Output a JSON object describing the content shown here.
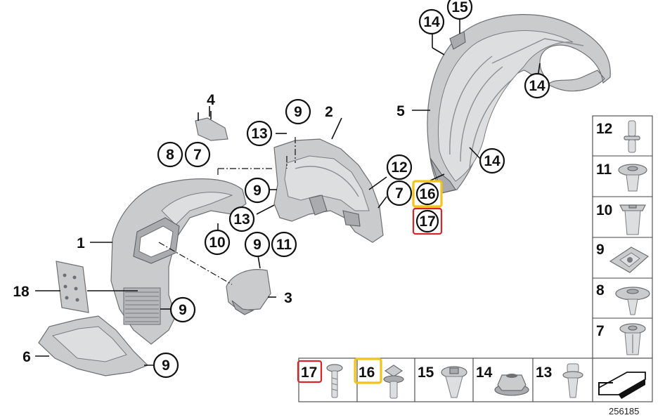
{
  "diagram": {
    "reference_number": "256185",
    "callouts": [
      {
        "id": "c1",
        "label": "1",
        "shape": "plain"
      },
      {
        "id": "c2",
        "label": "2",
        "shape": "plain"
      },
      {
        "id": "c3",
        "label": "3",
        "shape": "plain"
      },
      {
        "id": "c4",
        "label": "4",
        "shape": "plain"
      },
      {
        "id": "c5",
        "label": "5",
        "shape": "plain"
      },
      {
        "id": "c6",
        "label": "6",
        "shape": "plain"
      },
      {
        "id": "c18",
        "label": "18",
        "shape": "plain"
      },
      {
        "id": "c14a",
        "label": "14",
        "shape": "circle"
      },
      {
        "id": "c15",
        "label": "15",
        "shape": "circle"
      },
      {
        "id": "c14b",
        "label": "14",
        "shape": "circle"
      },
      {
        "id": "c14c",
        "label": "14",
        "shape": "circle"
      },
      {
        "id": "c9a",
        "label": "9",
        "shape": "circle"
      },
      {
        "id": "c13a",
        "label": "13",
        "shape": "circle"
      },
      {
        "id": "c8",
        "label": "8",
        "shape": "circle"
      },
      {
        "id": "c7a",
        "label": "7",
        "shape": "circle"
      },
      {
        "id": "c12",
        "label": "12",
        "shape": "circle"
      },
      {
        "id": "c7b",
        "label": "7",
        "shape": "circle"
      },
      {
        "id": "c9b",
        "label": "9",
        "shape": "circle"
      },
      {
        "id": "c13b",
        "label": "13",
        "shape": "circle"
      },
      {
        "id": "c10",
        "label": "10",
        "shape": "circle"
      },
      {
        "id": "c9c",
        "label": "9",
        "shape": "circle"
      },
      {
        "id": "c11",
        "label": "11",
        "shape": "circle"
      },
      {
        "id": "c9d",
        "label": "9",
        "shape": "circle"
      },
      {
        "id": "c9e",
        "label": "9",
        "shape": "circle"
      },
      {
        "id": "c16",
        "label": "16",
        "shape": "box-yellow"
      },
      {
        "id": "c17",
        "label": "17",
        "shape": "box-red"
      }
    ],
    "legend_column": [
      {
        "label": "12",
        "part": "push-rivet"
      },
      {
        "label": "11",
        "part": "expanding-rivet"
      },
      {
        "label": "10",
        "part": "expanding-nut"
      },
      {
        "label": "9",
        "part": "spring-nut-clip"
      },
      {
        "label": "8",
        "part": "plastic-rivet"
      },
      {
        "label": "7",
        "part": "sleeve-rivet"
      }
    ],
    "legend_row": [
      {
        "label": "17",
        "part": "screw",
        "highlight": "red"
      },
      {
        "label": "16",
        "part": "collar-screw",
        "highlight": "yellow"
      },
      {
        "label": "15",
        "part": "spreader-rivet",
        "highlight": ""
      },
      {
        "label": "14",
        "part": "hex-collar-nut",
        "highlight": ""
      },
      {
        "label": "13",
        "part": "push-button-rivet",
        "highlight": ""
      },
      {
        "label": "",
        "part": "arrow-symbol",
        "highlight": ""
      }
    ]
  }
}
